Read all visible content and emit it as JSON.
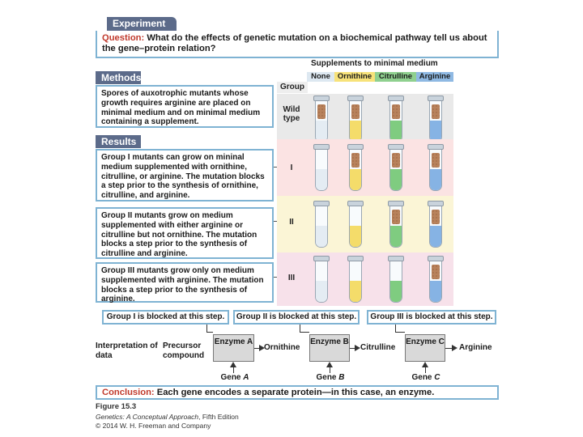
{
  "experiment_label": "Experiment",
  "question": {
    "label": "Question:",
    "text": "What do the effects of genetic mutation on a biochemical pathway tell us about the gene–protein relation?"
  },
  "methods": {
    "label": "Methods",
    "text": "Spores of auxotrophic mutants whose growth requires arginine are placed on minimal medium and on minimal medium containing a supplement."
  },
  "results": {
    "label": "Results",
    "group1": "Group I mutants can grow on mininal medium supplemented with ornithine, citrulline, or arginine. The mutation blocks a step prior to the synthesis of ornithine, citrulline, and arginine.",
    "group2": "Group II mutants grow on medium supplemented with either arginine or citrulline but not ornithine. The mutation blocks a step prior to the synthesis of citrulline and arginine.",
    "group3": "Group III mutants grow only on medium supplemented with arginine. The mutation blocks a step prior to the synthesis of arginine."
  },
  "supplements": {
    "title": "Supplements to minimal medium",
    "group_header": "Group",
    "columns": [
      {
        "label": "None",
        "color": "#dde8f1",
        "liquid": "#e4ecf3"
      },
      {
        "label": "Ornithine",
        "color": "#f7e27a",
        "liquid": "#f4dc6a"
      },
      {
        "label": "Citrulline",
        "color": "#8fd08f",
        "liquid": "#7fcc80"
      },
      {
        "label": "Arginine",
        "color": "#8fb9e3",
        "liquid": "#86b3e4"
      }
    ]
  },
  "rows": [
    {
      "label": "Wild type",
      "bg": "#e9e9e9",
      "growth": [
        true,
        true,
        true,
        true
      ]
    },
    {
      "label": "I",
      "bg": "#fbe3e3",
      "growth": [
        false,
        true,
        true,
        true
      ]
    },
    {
      "label": "II",
      "bg": "#fbf5d6",
      "growth": [
        false,
        false,
        true,
        true
      ]
    },
    {
      "label": "III",
      "bg": "#f7e1ea",
      "growth": [
        false,
        false,
        false,
        true
      ]
    }
  ],
  "blocked": {
    "g1": "Group I is blocked at this step.",
    "g2": "Group II is blocked at this step.",
    "g3": "Group III is blocked at this step."
  },
  "pathway": {
    "interpretation": "Interpretation of data",
    "precursor": "Precursor compound",
    "enzyme_a": "Enzyme A",
    "enzyme_b": "Enzyme B",
    "enzyme_c": "Enzyme C",
    "ornithine": "Ornithine",
    "citrulline": "Citrulline",
    "arginine": "Arginine",
    "gene_a_prefix": "Gene ",
    "gene_a": "A",
    "gene_b_prefix": "Gene ",
    "gene_b": "B",
    "gene_c_prefix": "Gene ",
    "gene_c": "C"
  },
  "conclusion": {
    "label": "Conclusion:",
    "text": "Each gene encodes a separate protein—in this case, an enzyme."
  },
  "footer": {
    "figure": "Figure 15.3",
    "book": "Genetics: A Conceptual Approach",
    "edition": ", Fifth Edition",
    "copyright": "© 2014 W. H. Freeman and Company"
  }
}
